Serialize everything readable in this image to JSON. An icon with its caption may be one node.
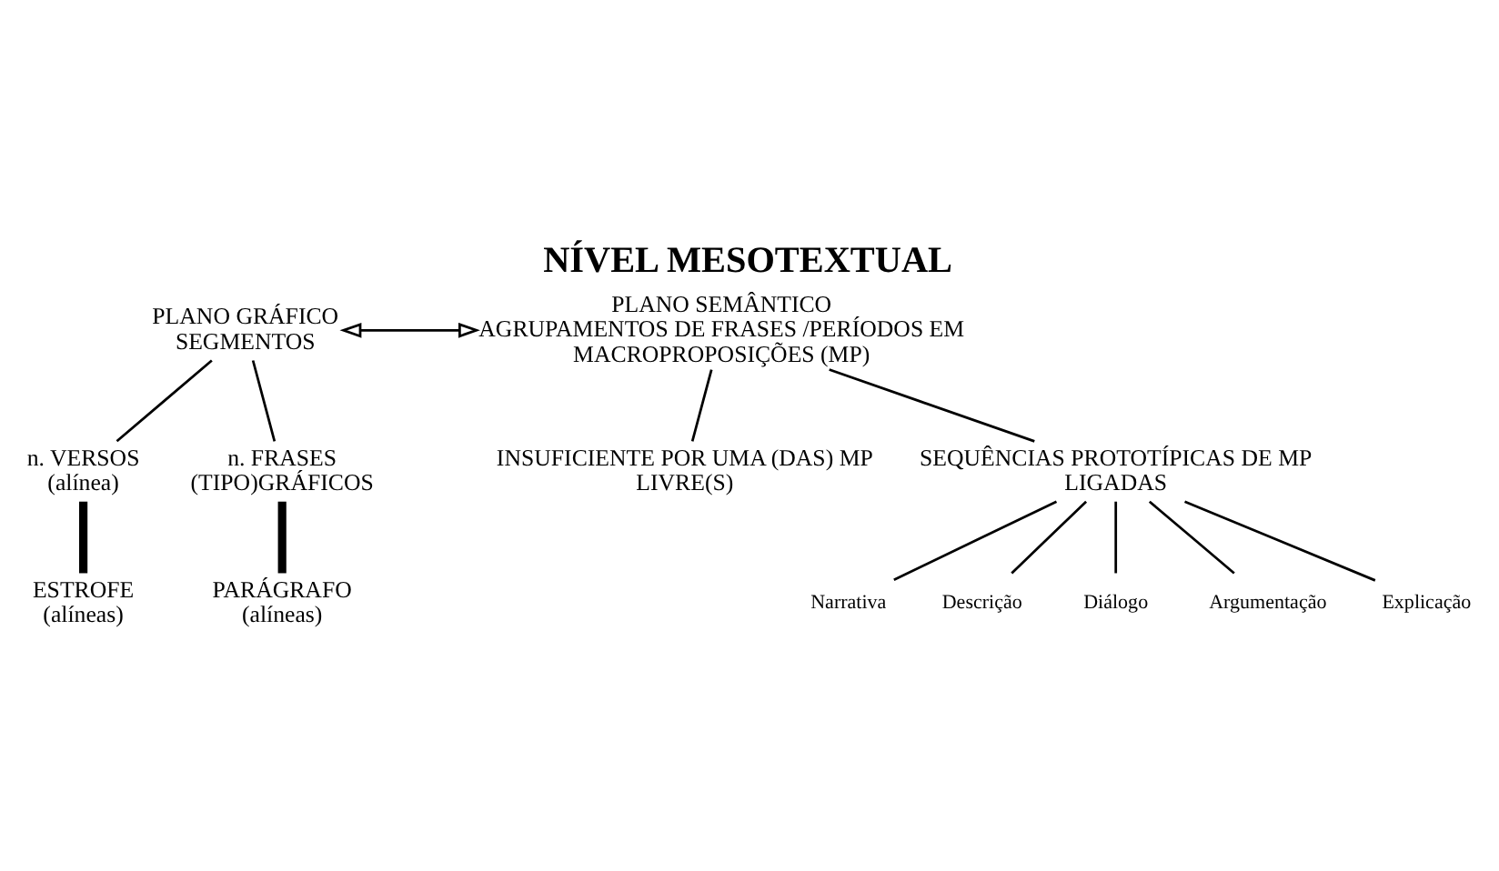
{
  "diagram": {
    "title": "NÍVEL MESOTEXTUAL",
    "nodes": [
      {
        "text": [
          "PLANO GRÁFICO",
          "SEGMENTOS"
        ]
      },
      {
        "text": [
          "PLANO SEMÂNTICO",
          "AGRUPAMENTOS DE FRASES /PERÍODOS EM MACROPROPOSIÇÕES (MP)"
        ]
      },
      {
        "text": [
          "n. VERSOS",
          "(alínea)"
        ]
      },
      {
        "text": [
          "n. FRASES",
          "(TIPO)GRÁFICOS"
        ]
      },
      {
        "text": [
          "INSUFICIENTE POR UMA (DAS) MP LIVRE(S)"
        ]
      },
      {
        "text": [
          "SEQUÊNCIAS PROTOTÍPICAS DE MP LIGADAS"
        ]
      },
      {
        "text": [
          "ESTROFE",
          "(alíneas)"
        ]
      },
      {
        "text": [
          "PARÁGRAFO",
          "(alíneas)"
        ]
      },
      {
        "text": [
          "Narrativa"
        ]
      },
      {
        "text": [
          "Descrição"
        ]
      },
      {
        "text": [
          "Diálogo"
        ]
      },
      {
        "text": [
          "Argumentação"
        ]
      },
      {
        "text": [
          "Explicação"
        ]
      }
    ],
    "edges": [
      {
        "from": 0,
        "to": 1,
        "arrow": "both"
      },
      {
        "from": 0,
        "to": 2,
        "arrow": "none"
      },
      {
        "from": 0,
        "to": 3,
        "arrow": "none"
      },
      {
        "from": 1,
        "to": 4,
        "arrow": "none"
      },
      {
        "from": 1,
        "to": 5,
        "arrow": "none"
      },
      {
        "from": 2,
        "to": 6,
        "arrow": "none",
        "style": "thick"
      },
      {
        "from": 3,
        "to": 7,
        "arrow": "none",
        "style": "thick"
      },
      {
        "from": 5,
        "to": 8,
        "arrow": "none"
      },
      {
        "from": 5,
        "to": 9,
        "arrow": "none"
      },
      {
        "from": 5,
        "to": 10,
        "arrow": "none"
      },
      {
        "from": 5,
        "to": 11,
        "arrow": "none"
      },
      {
        "from": 5,
        "to": 12,
        "arrow": "none"
      }
    ]
  }
}
